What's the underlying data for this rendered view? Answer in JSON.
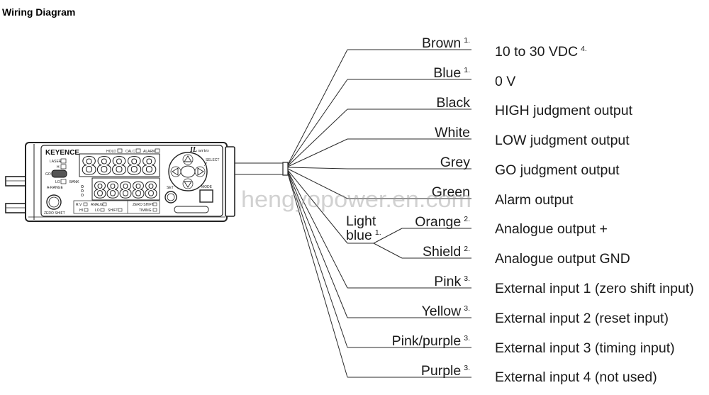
{
  "title": "Wiring Diagram",
  "watermark": "hengyopower.en.com",
  "device": {
    "brand": "KEYENCE",
    "series": {
      "model": "IL",
      "word": "series"
    },
    "indicators": {
      "laser": "LASER",
      "h": "H",
      "go": "GO",
      "lo": "LO",
      "a_range": "A-RANGE"
    },
    "status": {
      "hold": "HOLD",
      "calc": "CALC",
      "alarm": "ALARM"
    },
    "bank": "BANK",
    "display_main": "88888",
    "display_sub": "88888",
    "bottom": {
      "rv": "R.V",
      "analg": "ANALG",
      "zero_shift": "ZERO SHIFT",
      "hi": "HI",
      "lo": "LO",
      "shift": "SHIFT",
      "timing": "TIMING"
    },
    "buttons": {
      "zero_shift": "ZERO SHIFT",
      "set": "SET",
      "mode": "MODE",
      "select": "SELECT"
    }
  },
  "wires": [
    {
      "color": "Brown",
      "note": "1.",
      "function": "10 to 30 VDC",
      "function_note": "4."
    },
    {
      "color": "Blue",
      "note": "1.",
      "function": "0 V"
    },
    {
      "color": "Black",
      "function": "HIGH judgment output"
    },
    {
      "color": "White",
      "function": "LOW judgment output"
    },
    {
      "color": "Grey",
      "function": "GO judgment output"
    },
    {
      "color": "Green",
      "function": "Alarm output"
    },
    {
      "color": "Orange",
      "note": "2.",
      "function": "Analogue output +"
    },
    {
      "color": "Shield",
      "note": "2.",
      "function": "Analogue output GND"
    },
    {
      "color": "Pink",
      "note": "3.",
      "function": "External input 1 (zero shift input)"
    },
    {
      "color": "Yellow",
      "note": "3.",
      "function": "External input 2 (reset input)"
    },
    {
      "color": "Pink/purple",
      "note": "3.",
      "function": "External input 3 (timing input)"
    },
    {
      "color": "Purple",
      "note": "3.",
      "function": "External input 4 (not used)"
    }
  ],
  "group": {
    "label_line1": "Light",
    "label_line2": "blue",
    "note": "1."
  }
}
